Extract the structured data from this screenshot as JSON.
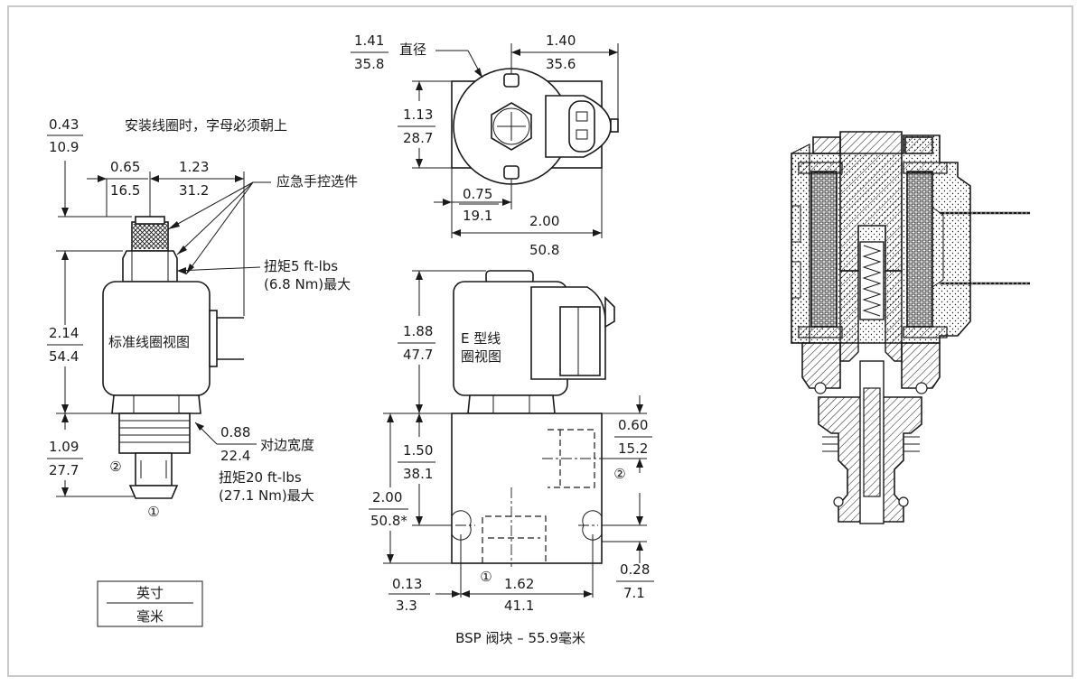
{
  "left_view": {
    "installation_note": "安装线圈时，字母必须朝上",
    "coil_label": "标准线圈视图",
    "manual_override_label": "应急手控选件",
    "coil_nut_torque": [
      "扭矩5 ft-lbs",
      "(6.8 Nm)最大"
    ],
    "hex_label": "对边宽度",
    "cartridge_torque": [
      "扭矩20 ft-lbs",
      "(27.1 Nm)最大"
    ],
    "dims": {
      "override_offset": [
        "0.43",
        "10.9"
      ],
      "knob_width": [
        "0.65",
        "16.5"
      ],
      "coil_tab_width": [
        "1.23",
        "31.2"
      ],
      "coil_height": [
        "2.14",
        "54.4"
      ],
      "cavity_depth": [
        "1.09",
        "27.7"
      ],
      "hex_size": [
        "0.88",
        "22.4"
      ]
    },
    "ports": [
      "②",
      "①"
    ]
  },
  "top_view": {
    "diameter_label": "直径",
    "dims": {
      "coil_diameter": [
        "1.41",
        "35.8"
      ],
      "connector_width": [
        "1.40",
        "35.6"
      ],
      "body_depth": [
        "1.13",
        "28.7"
      ],
      "center_offset": [
        "0.75",
        "19.1"
      ],
      "body_width": [
        "2.00",
        "50.8"
      ]
    }
  },
  "front_view": {
    "coil_label": [
      "E 型线",
      "圈视图"
    ],
    "block_caption": "BSP 阀块 – 55.9毫米",
    "dims": {
      "coil_height": [
        "1.88",
        "47.7"
      ],
      "port2_height": [
        "1.50",
        "38.1"
      ],
      "block_height": [
        "2.00",
        "50.8*"
      ],
      "port2_offset": [
        "0.60",
        "15.2"
      ],
      "hole_offset_left": [
        "0.13",
        "3.3"
      ],
      "hole_spacing": [
        "1.62",
        "41.1"
      ],
      "hole_offset_bottom": [
        "0.28",
        "7.1"
      ]
    },
    "ports": [
      "②",
      "①"
    ]
  },
  "units_legend": {
    "inch": "英寸",
    "mm": "毫米"
  }
}
